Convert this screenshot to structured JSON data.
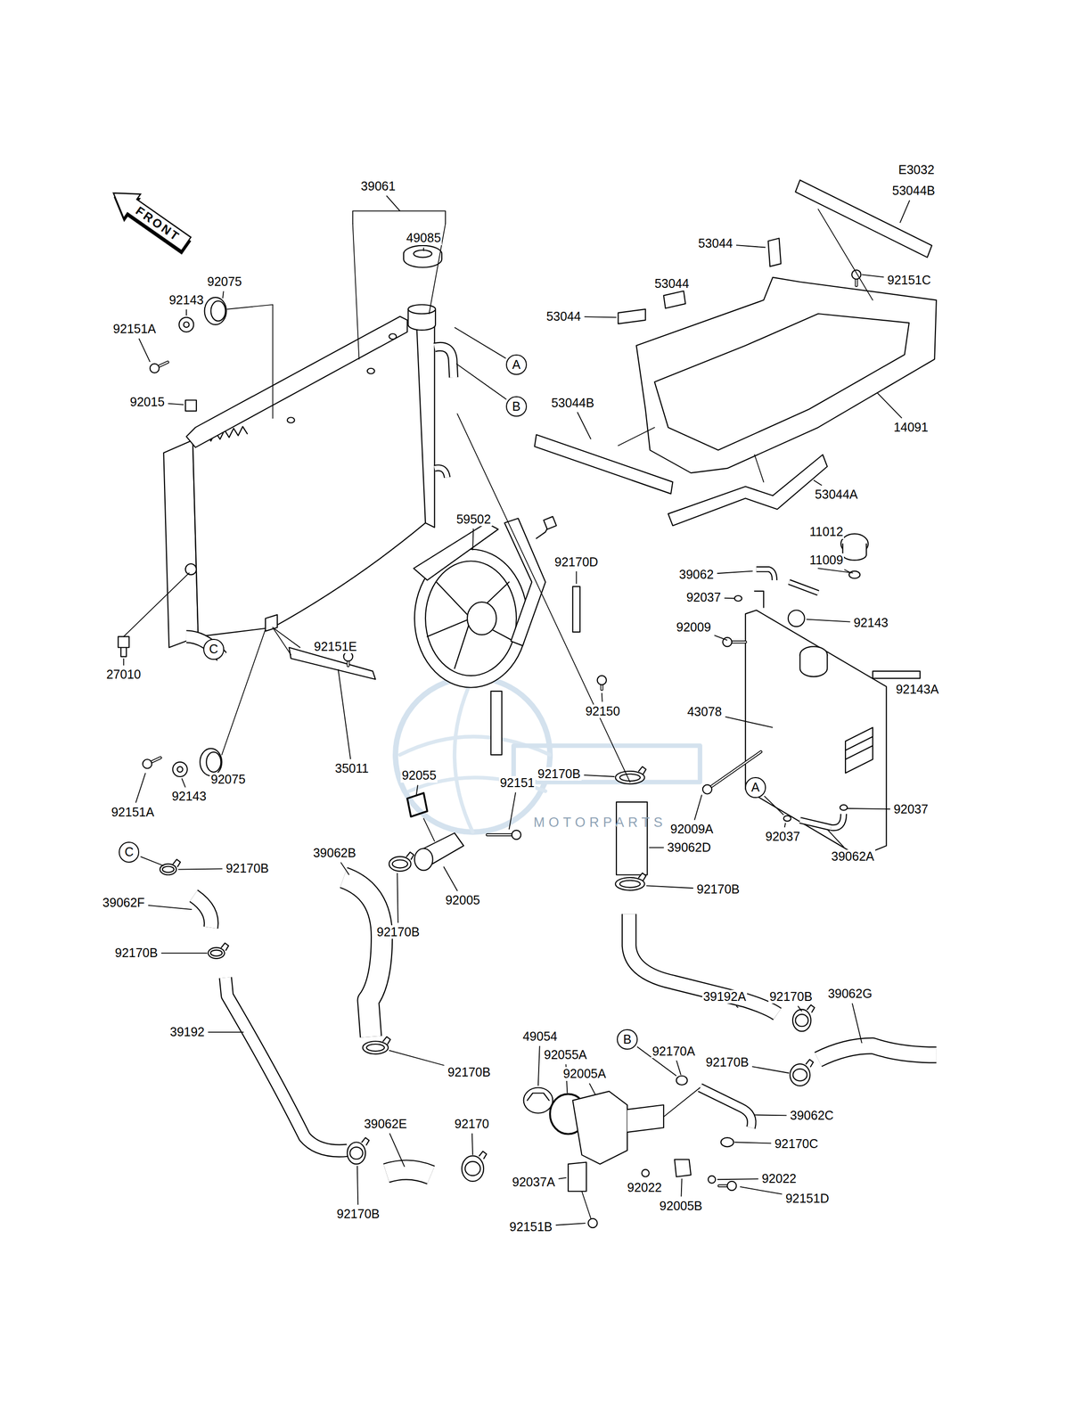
{
  "diagram": {
    "nodes": [
      {
        "text": [
          "FRONT"
        ]
      },
      {
        "text": [
          "A"
        ]
      },
      {
        "text": [
          "B"
        ]
      },
      {
        "text": [
          "C"
        ]
      },
      {
        "text": [
          "A"
        ]
      },
      {
        "text": [
          "C"
        ]
      },
      {
        "text": [
          "B"
        ]
      }
    ],
    "labels": [
      "E3032",
      "53044B",
      "39061",
      "49085",
      "53044",
      "92151C",
      "92075",
      "53044",
      "92143",
      "53044",
      "92151A",
      "92015",
      "53044B",
      "14091",
      "53044A",
      "59502",
      "11012",
      "92170D",
      "11009",
      "39062",
      "92037",
      "92009",
      "92143",
      "92151E",
      "27010",
      "92143A",
      "92150",
      "43078",
      "92075",
      "35011",
      "92143",
      "92151A",
      "92055",
      "92170B",
      "92151",
      "92009A",
      "92037",
      "92037",
      "92170B",
      "39062B",
      "39062D",
      "39062A",
      "92005",
      "92170B",
      "39062F",
      "92170B",
      "92170B",
      "39192A",
      "92170B",
      "39062G",
      "39192",
      "49054",
      "92055A",
      "92170A",
      "92005A",
      "92170B",
      "92170B",
      "39062E",
      "92170",
      "39062C",
      "92170C",
      "92022",
      "92022",
      "92037A",
      "92005B",
      "92151D",
      "92170B",
      "92151B",
      "MOTORPARTS"
    ]
  }
}
